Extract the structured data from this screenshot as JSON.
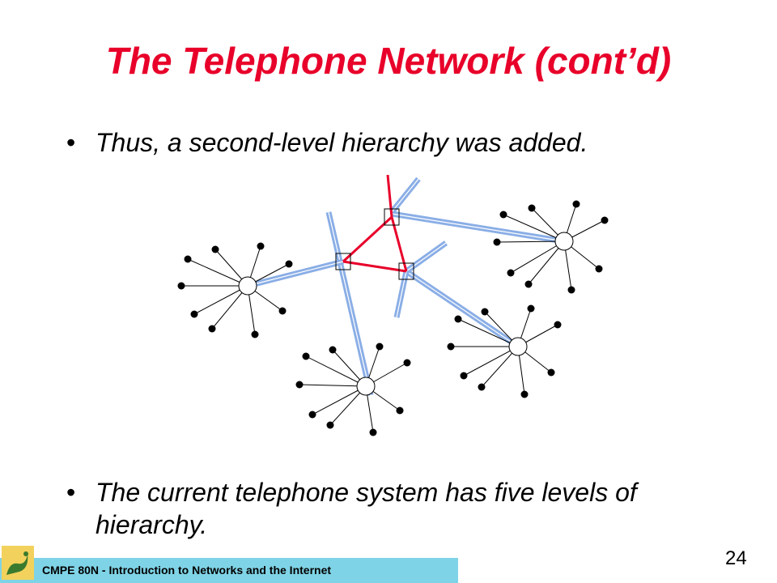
{
  "slide": {
    "title": "The Telephone Network (cont’d)",
    "bullets": [
      "Thus, a second-level hierarchy was added.",
      "The current telephone system has five levels of hierarchy."
    ],
    "bullet_glyph": "•"
  },
  "footer": {
    "course": "CMPE 80N - Introduction to Networks and the Internet",
    "page_number": "24",
    "bar_color": "#7fd3e6",
    "logo_icon": "slug-logo-icon"
  },
  "diagram": {
    "colors": {
      "trunk": "#8aaee6",
      "toll_link": "#e8002a",
      "subscriber_line": "#000000"
    },
    "nodes": {
      "toll_offices": [
        "toll-office-left",
        "toll-office-top",
        "toll-office-right"
      ],
      "end_offices": [
        "end-office-left",
        "end-office-top-right",
        "end-office-bottom",
        "end-office-bottom-right"
      ]
    }
  }
}
